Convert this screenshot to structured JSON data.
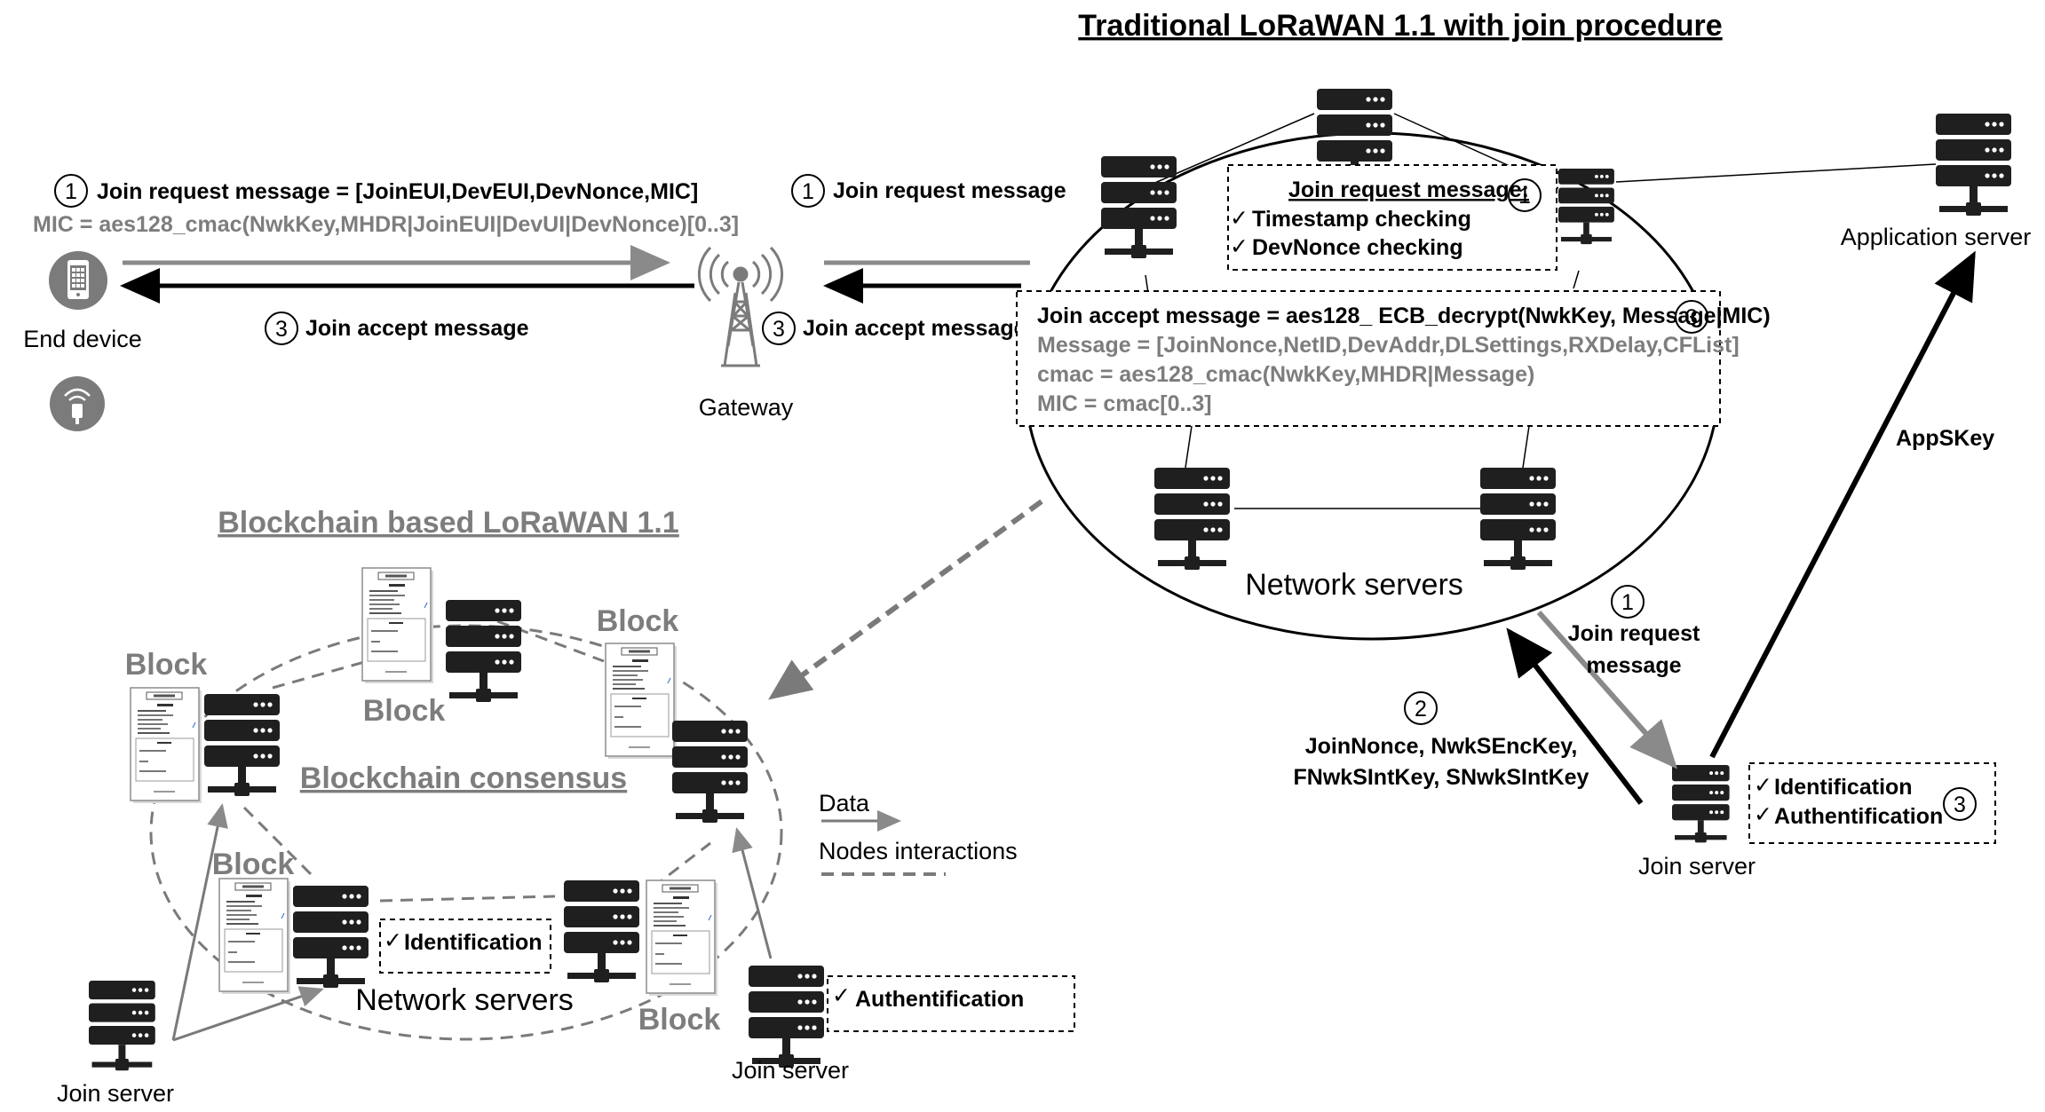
{
  "traditional": {
    "title": "Traditional LoRaWAN 1.1 with join procedure",
    "end_device_label": "End device",
    "gateway_label": "Gateway",
    "application_server_label": "Application server",
    "network_servers_label": "Network servers",
    "join_server_label": "Join server",
    "step1_num": "1",
    "step2_num": "2",
    "step3_num": "3",
    "join_request_full": "Join request message = [JoinEUI,DevEUI,DevNonce,MIC]",
    "mic_formula": "MIC = aes128_cmac(NwkKey,MHDR|JoinEUI|DevUI|DevNonce)[0..3]",
    "join_accept_left": "Join accept message",
    "join_request_mid": "Join request message",
    "join_accept_mid": "Join accept message",
    "join_request_box_title": "Join request message:",
    "check_timestamp": "Timestamp checking",
    "check_devnonce": "DevNonce checking",
    "accept_line1": "Join accept message = aes128_ ECB_decrypt(NwkKey, Message|MIC)",
    "accept_line2": "Message = [JoinNonce,NetID,DevAddr,DLSettings,RXDelay,CFList]",
    "accept_line3": "cmac = aes128_cmac(NwkKey,MHDR|Message)",
    "accept_line4": "MIC = cmac[0..3]",
    "appskey": "AppSKey",
    "join_request_js_1": "Join request",
    "join_request_js_2": "message",
    "keys_line1": "JoinNonce, NwkSEncKey,",
    "keys_line2": "FNwkSIntKey, SNwkSIntKey",
    "identification": "Identification",
    "authentification": "Authentification",
    "checkmark": "✓"
  },
  "blockchain": {
    "title": "Blockchain based LoRaWAN 1.1",
    "consensus": "Blockchain consensus",
    "block_label": "Block",
    "network_servers_label": "Network servers",
    "join_server_label": "Join server",
    "identification": "Identification",
    "authentification": "Authentification",
    "checkmark": "✓"
  },
  "legend": {
    "data": "Data",
    "nodes_interactions": "Nodes interactions"
  },
  "colors": {
    "black": "#000000",
    "dark_server": "#1f1f1f",
    "grey": "#808080",
    "light_grey": "#9a9a9a",
    "device_grey": "#7b7b7b"
  }
}
